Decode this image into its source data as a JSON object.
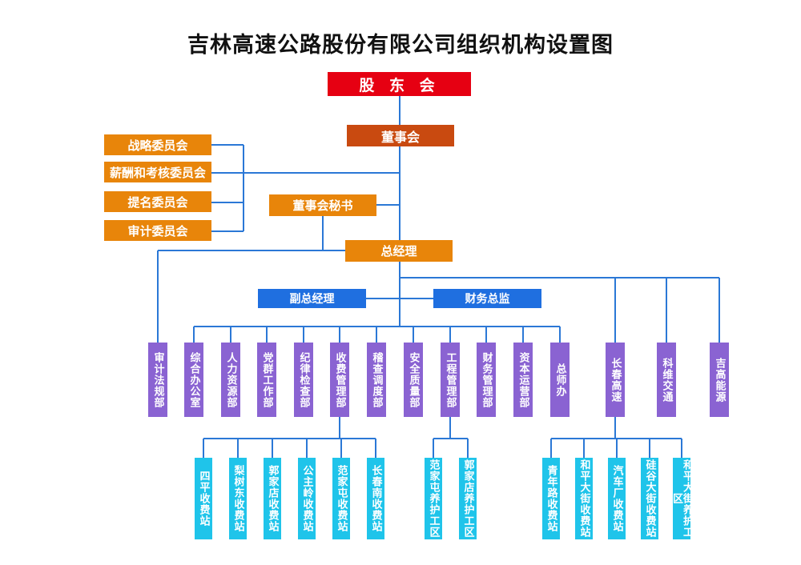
{
  "title": "吉林高速公路股份有限公司组织机构设置图",
  "top": {
    "shareholders": "股 东 会",
    "board": "董事会",
    "secretary": "董事会秘书",
    "gm": "总经理",
    "deputy_gm": "副总经理",
    "cfo": "财务总监"
  },
  "committees": [
    "战略委员会",
    "薪酬和考核委员会",
    "提名委员会",
    "审计委员会"
  ],
  "departments": [
    "审计法规部",
    "综合办公室",
    "人力资源部",
    "党群工作部",
    "纪律检查部",
    "收费管理部",
    "稽查调度部",
    "安全质量部",
    "工程管理部",
    "财务管理部",
    "资本运营部",
    "总师办"
  ],
  "subsidiaries": [
    "长春高速",
    "科维交通",
    "吉高能源"
  ],
  "toll_stations": [
    "四平收费站",
    "梨树东收费站",
    "郭家店收费站",
    "公主岭收费站",
    "范家屯收费站",
    "长春南收费站"
  ],
  "work_areas": [
    "范家屯养护工区",
    "郭家店养护工区"
  ],
  "changchun_units": [
    "青年路收费站",
    "和平大街收费站",
    "汽车厂收费站",
    "硅谷大街收费站",
    "和平大街养护工区"
  ],
  "colors": {
    "line": "#2b78d6",
    "shareholders": "#e60012",
    "board": "#c94a10",
    "orange": "#e8850a",
    "blue": "#1f6fe0",
    "purple": "#8a63d2",
    "cyan": "#1fc4ea"
  }
}
